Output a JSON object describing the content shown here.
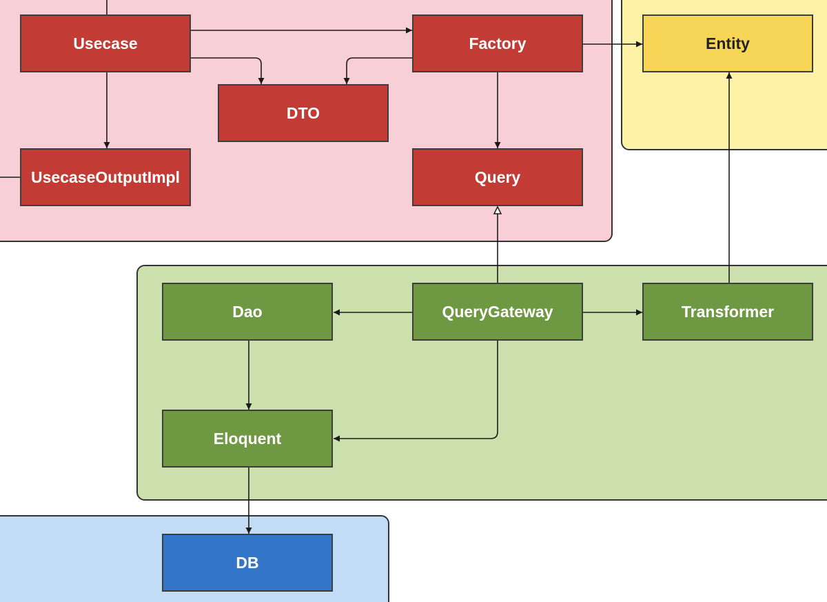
{
  "diagram": {
    "nodes": {
      "usecase": "Usecase",
      "factory": "Factory",
      "entity": "Entity",
      "dto": "DTO",
      "usecase_output_impl": "UsecaseOutputImpl",
      "query": "Query",
      "dao": "Dao",
      "query_gateway": "QueryGateway",
      "transformer": "Transformer",
      "eloquent": "Eloquent",
      "db": "DB"
    },
    "colors": {
      "application_layer": "#f8cfd6",
      "domain_layer": "#fdf2a6",
      "infrastructure_layer": "#cce0ae",
      "database_layer": "#c2dcf5",
      "application_node": "#c23b34",
      "domain_node": "#f6d557",
      "infrastructure_node": "#6f9842",
      "database_node": "#3375c9",
      "edge": "#1a1a1a"
    },
    "edges": [
      {
        "from": "usecase",
        "to": "factory",
        "type": "dependency"
      },
      {
        "from": "usecase",
        "to": "dto",
        "type": "dependency"
      },
      {
        "from": "usecase",
        "to": "usecase_output_impl",
        "type": "dependency"
      },
      {
        "from": "factory",
        "to": "dto",
        "type": "dependency"
      },
      {
        "from": "factory",
        "to": "entity",
        "type": "dependency"
      },
      {
        "from": "factory",
        "to": "query",
        "type": "dependency"
      },
      {
        "from": "query_gateway",
        "to": "query",
        "type": "realization"
      },
      {
        "from": "query_gateway",
        "to": "dao",
        "type": "dependency"
      },
      {
        "from": "query_gateway",
        "to": "transformer",
        "type": "dependency"
      },
      {
        "from": "query_gateway",
        "to": "eloquent",
        "type": "dependency"
      },
      {
        "from": "transformer",
        "to": "entity",
        "type": "dependency"
      },
      {
        "from": "dao",
        "to": "eloquent",
        "type": "dependency"
      },
      {
        "from": "eloquent",
        "to": "db",
        "type": "dependency"
      }
    ]
  }
}
